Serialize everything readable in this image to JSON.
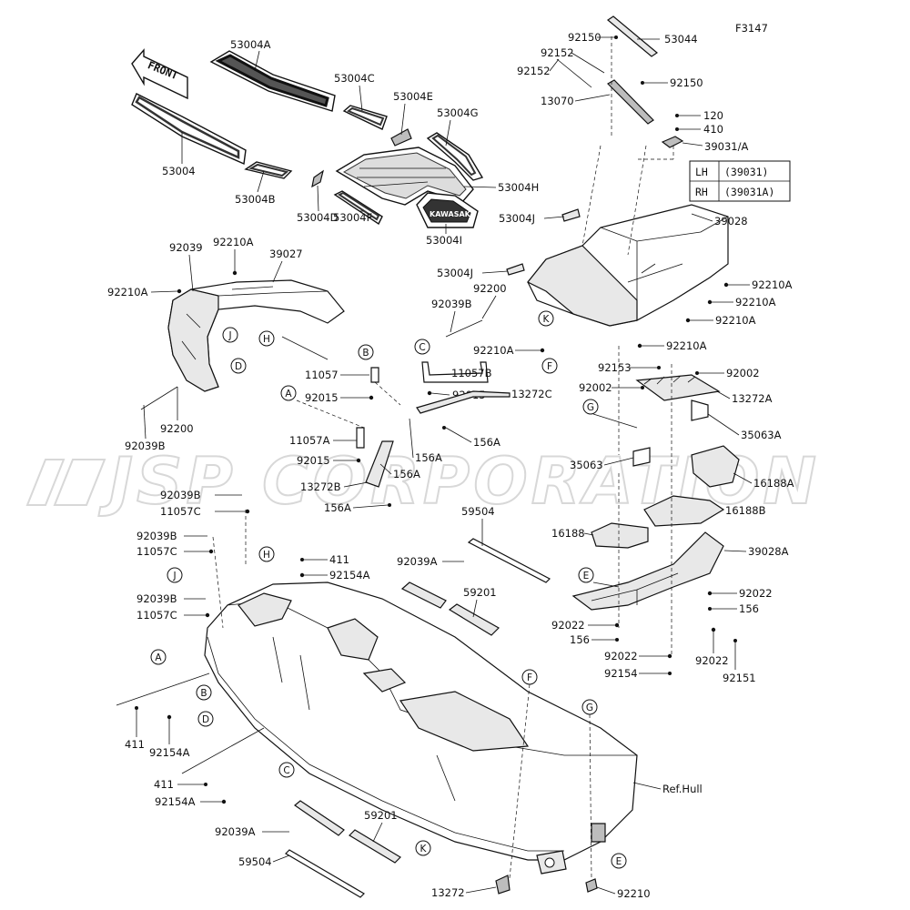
{
  "figure_code": "F3147",
  "watermark": "JSP CORPORATION",
  "front_arrow": "FRONT",
  "side_table": {
    "rows": [
      {
        "side": "LH",
        "part": "(39031)"
      },
      {
        "side": "RH",
        "part": "(39031A)"
      }
    ]
  },
  "callouts": {
    "A": "A",
    "B": "B",
    "C": "C",
    "D": "D",
    "E": "E",
    "F": "F",
    "G": "G",
    "H": "H",
    "J": "J",
    "K": "K"
  },
  "labels": {
    "p53004A": "53004A",
    "p53004C": "53004C",
    "p53004E": "53004E",
    "p53004G": "53004G",
    "p53004": "53004",
    "p53004B": "53004B",
    "p53004D": "53004D",
    "p53004F": "53004F",
    "p53004H": "53004H",
    "p53004I": "53004I",
    "p53004J_a": "53004J",
    "p53004J_b": "53004J",
    "p92150_a": "92150",
    "p92150_b": "92150",
    "p53044": "53044",
    "p92152_a": "92152",
    "p92152_b": "92152",
    "p13070": "13070",
    "p120": "120",
    "p410": "410",
    "p39031A": "39031/A",
    "p39028": "39028",
    "p92210A_r1": "92210A",
    "p92210A_r2": "92210A",
    "p92210A_r3": "92210A",
    "p92210A_r4": "92210A",
    "p92210A_r5": "92210A",
    "p92200_a": "92200",
    "p92039B_a": "92039B",
    "p92039_l": "92039",
    "p92210A_l1": "92210A",
    "p39027": "39027",
    "p92210A_l2": "92210A",
    "p92200_b": "92200",
    "p92039B_b": "92039B",
    "p11057": "11057",
    "p92015_a": "92015",
    "p11057A": "11057A",
    "p92015_b": "92015",
    "p13272B": "13272B",
    "p156A_a": "156A",
    "p156A_b": "156A",
    "p156A_c": "156A",
    "p156A_d": "156A",
    "p11057B": "11057B",
    "p92015_c": "92015",
    "p13272C": "13272C",
    "p92153": "92153",
    "p92002_a": "92002",
    "p92002_b": "92002",
    "p13272A": "13272A",
    "p35063A": "35063A",
    "p35063": "35063",
    "p16188A": "16188A",
    "p16188B": "16188B",
    "p16188": "16188",
    "p39028A": "39028A",
    "p92022_a": "92022",
    "p156_a": "156",
    "p92022_b": "92022",
    "p156_b": "156",
    "p92022_c": "92022",
    "p92154": "92154",
    "p92022_d": "92022",
    "p92151": "92151",
    "p92039B_c": "92039B",
    "p11057C_a": "11057C",
    "p92039B_d": "92039B",
    "p11057C_b": "11057C",
    "p92039B_e": "92039B",
    "p11057C_c": "11057C",
    "p411_a": "411",
    "p92154A_a": "92154A",
    "p59504_a": "59504",
    "p92039A_a": "92039A",
    "p59201_a": "59201",
    "p411_b": "411",
    "p92154A_b": "92154A",
    "p411_c": "411",
    "p92154A_c": "92154A",
    "pRefHull": "Ref.Hull",
    "p92039A_b": "92039A",
    "p59201_b": "59201",
    "p59504_b": "59504",
    "p13272": "13272",
    "p92210": "92210"
  }
}
